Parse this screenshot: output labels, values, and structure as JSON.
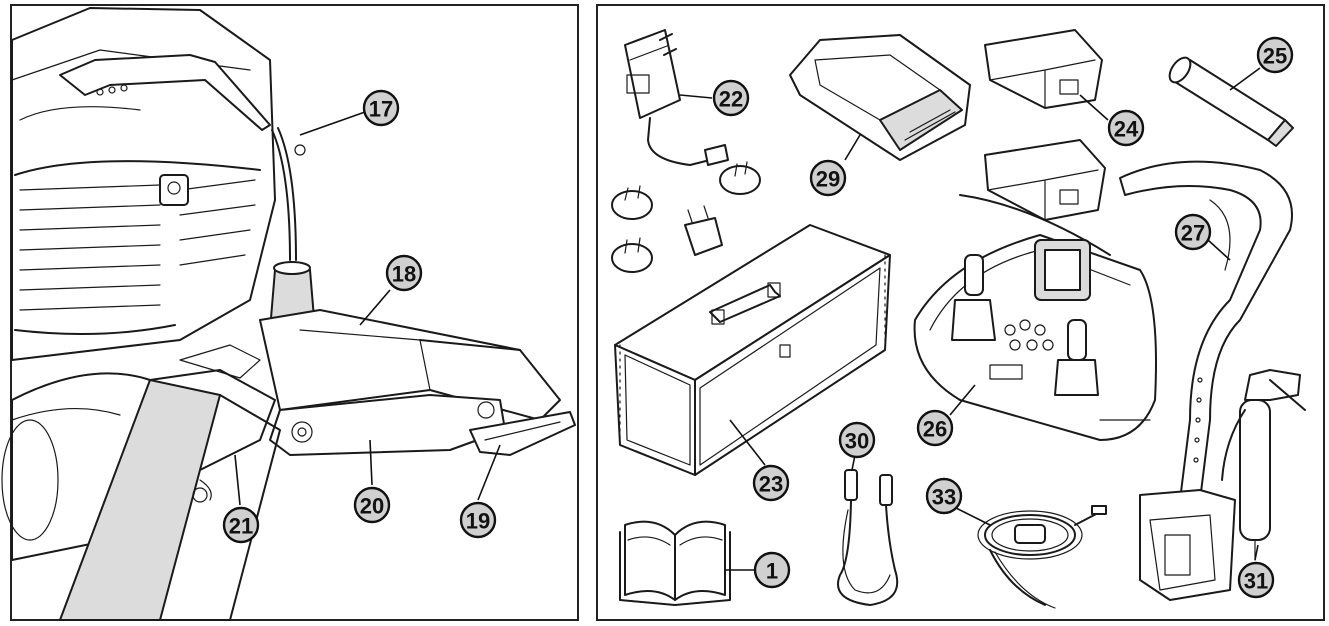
{
  "callouts": {
    "left": [
      "17",
      "18",
      "19",
      "20",
      "21"
    ],
    "right": [
      "22",
      "29",
      "24",
      "25",
      "27",
      "26",
      "23",
      "30",
      "33",
      "1",
      "31"
    ]
  }
}
